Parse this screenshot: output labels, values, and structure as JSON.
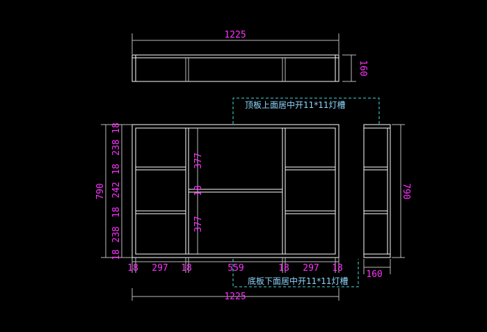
{
  "top_view": {
    "width_label": "1225",
    "depth_label": "160"
  },
  "front_view": {
    "height_left_label": "790",
    "left_shelf_labels": [
      "18",
      "238",
      "18",
      "242",
      "18",
      "238",
      "18"
    ],
    "center_shelf_labels": [
      "377",
      "18",
      "377"
    ],
    "bottom_width_labels": [
      "18",
      "297",
      "18",
      "559",
      "18",
      "297",
      "18"
    ],
    "overall_width_label": "1225"
  },
  "side_view": {
    "height_label": "790",
    "depth_label": "160"
  },
  "notes": {
    "top_groove": "顶板上面居中开11*11灯槽",
    "bottom_groove": "底板下面居中开11*11灯槽"
  },
  "colors": {
    "background": "#000000",
    "dimension_text": "#ff33ff",
    "note_text": "#8fd8ff",
    "outline": "#ffffff",
    "leader": "#44e0e0"
  }
}
